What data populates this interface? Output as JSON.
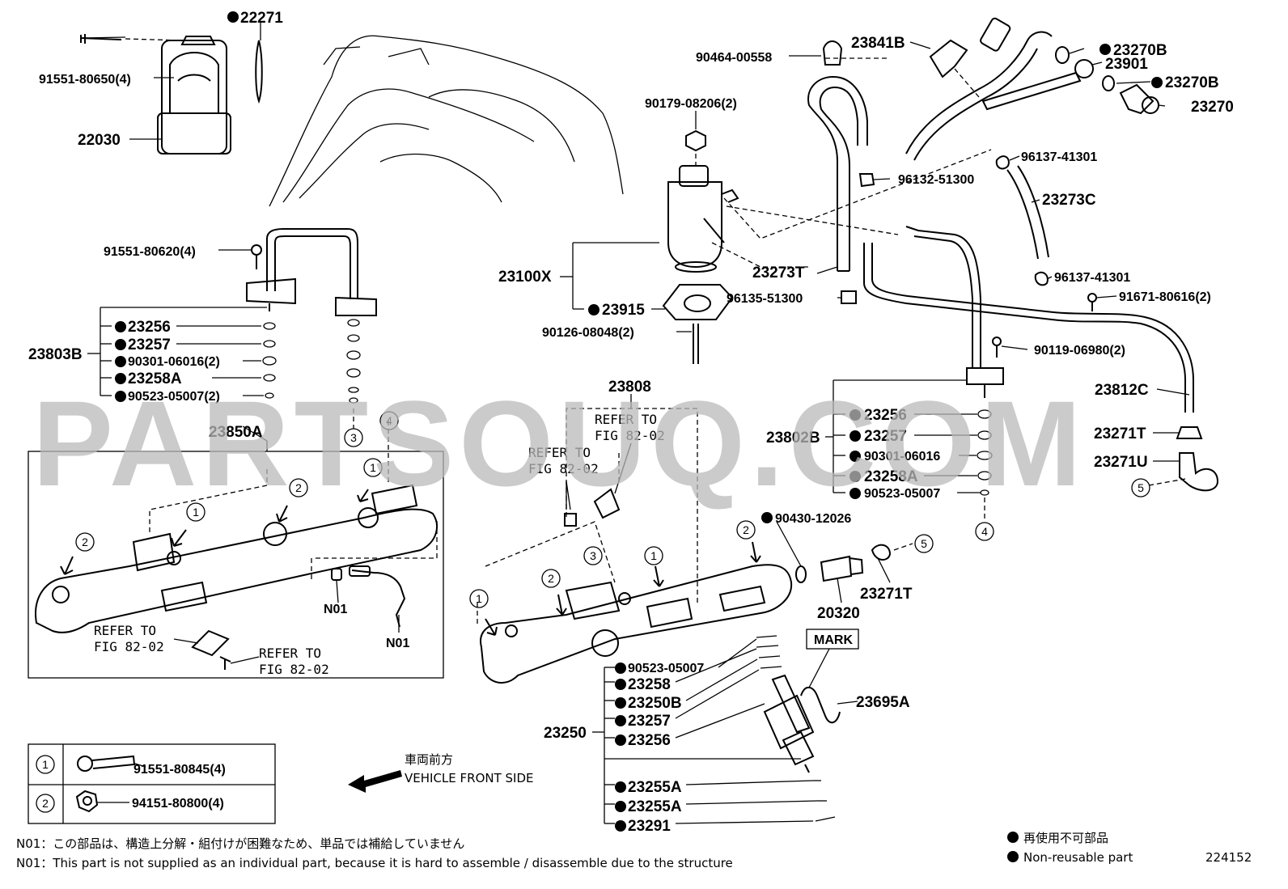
{
  "watermark": "PARTSOUQ.COM",
  "diagram_number": "224152",
  "legend": {
    "jp_label": "再使用不可部品",
    "en_label": "Non-reusable part"
  },
  "notes": {
    "jp": "N01：この部品は、構造上分解・組付けが困難なため、単品では補給していません",
    "en": "N01：This part is not supplied as an individual part, because it is hard to assemble / disassemble due to the structure"
  },
  "direction": {
    "jp": "車両前方",
    "en": "VEHICLE FRONT SIDE"
  },
  "key_table": [
    {
      "num": "1",
      "part": "91551-80845(4)"
    },
    {
      "num": "2",
      "part": "94151-80800(4)"
    }
  ],
  "refer": {
    "line1": "REFER TO",
    "line2": "FIG 82-02"
  },
  "labels": {
    "p22271": "22271",
    "p91551_80650": "91551-80650(4)",
    "p22030": "22030",
    "p91551_80620": "91551-80620(4)",
    "p23803B": "23803B",
    "l_23256": "23256",
    "l_23257": "23257",
    "l_90301_2": "90301-06016(2)",
    "l_23258A": "23258A",
    "l_90523_2": "90523-05007(2)",
    "p23850A": "23850A",
    "n01a": "N01",
    "n01b": "N01",
    "p23808": "23808",
    "p23100X": "23100X",
    "p23915": "23915",
    "p90126": "90126-08048(2)",
    "p90179": "90179-08206(2)",
    "p90464": "90464-00558",
    "p23841B": "23841B",
    "p23270B_1": "23270B",
    "p23901": "23901",
    "p23270B_2": "23270B",
    "p23270": "23270",
    "p96137_1": "96137-41301",
    "p96132": "96132-51300",
    "p23273C": "23273C",
    "p23273T": "23273T",
    "p96135": "96135-51300",
    "p96137_2": "96137-41301",
    "p91671": "91671-80616(2)",
    "p90119": "90119-06980(2)",
    "p23812C": "23812C",
    "p23802B": "23802B",
    "r_23256": "23256",
    "r_23257": "23257",
    "r_90301": "90301-06016",
    "r_23258A": "23258A",
    "r_90523": "90523-05007",
    "p23271T_1": "23271T",
    "p23271U": "23271U",
    "p90430": "90430-12026",
    "p23271T_2": "23271T",
    "p20320": "20320",
    "mark": "MARK",
    "p23695A": "23695A",
    "p23250": "23250",
    "b_90523": "90523-05007",
    "b_23258": "23258",
    "b_23250B": "23250B",
    "b_23257": "23257",
    "b_23256": "23256",
    "b_23255A_1": "23255A",
    "b_23255A_2": "23255A",
    "b_23291": "23291"
  },
  "callouts": [
    "1",
    "2",
    "3",
    "4",
    "5"
  ]
}
